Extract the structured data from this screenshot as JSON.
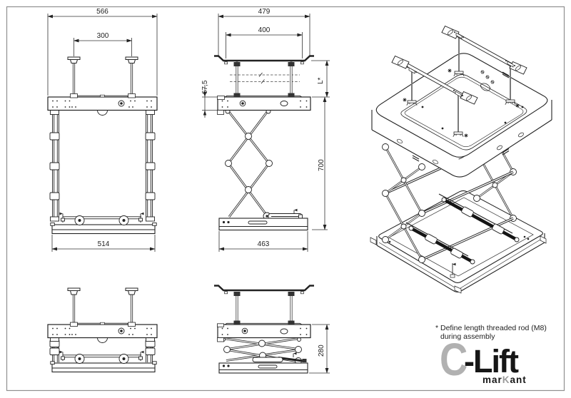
{
  "drawing": {
    "dims": {
      "front_top_width": "566",
      "rod_spacing": "300",
      "front_base_width": "514",
      "side_top_width": "479",
      "bracket_hole_spacing": "400",
      "top_frame_height": "67,5",
      "rod_length": "L*",
      "extended_height": "700",
      "side_base_width": "463",
      "collapsed_height": "280"
    },
    "note": {
      "line1": "* Define length threaded rod (M8)",
      "line2": "during assembly"
    },
    "logo": {
      "c": "C",
      "lift": "-Lift",
      "brand_pre": "mar",
      "brand_mid": "K",
      "brand_post": "ant"
    },
    "colors": {
      "line": "#222222",
      "dim_line": "#333333",
      "border": "#8f8f8f",
      "spindle": "#141414",
      "logo_gray": "#b1b1b1",
      "logo_dark": "#161616",
      "brand_gray": "#9b9b9b"
    }
  }
}
